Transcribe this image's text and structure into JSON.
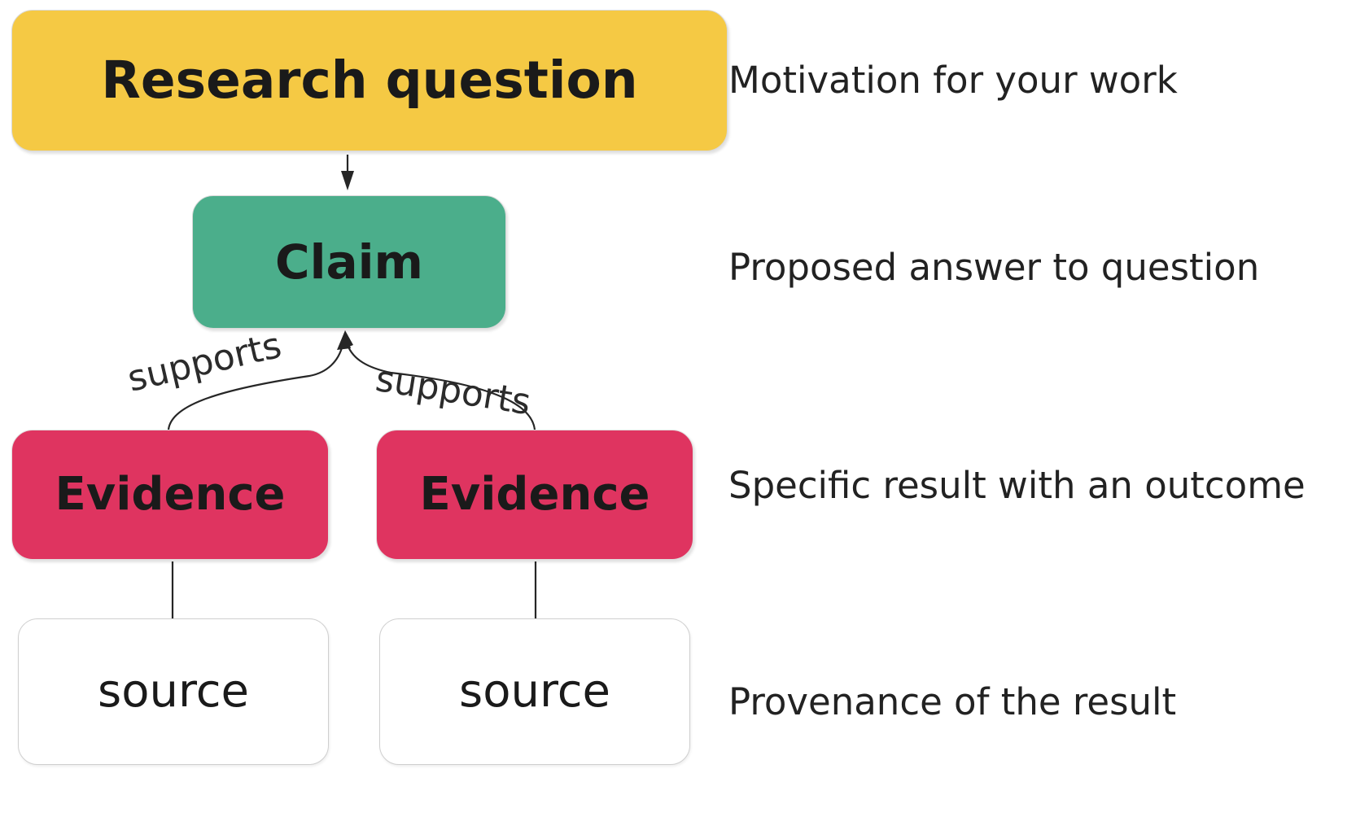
{
  "diagram": {
    "title_nodes": {
      "research_question": "Research question",
      "claim": "Claim",
      "evidence_left": "Evidence",
      "evidence_right": "Evidence",
      "source_left": "source",
      "source_right": "source"
    },
    "edge_labels": {
      "supports_left": "supports",
      "supports_right": "supports"
    },
    "descriptions": [
      "Motivation for your work",
      "Proposed answer to question",
      "Specific result with an outcome",
      "Provenance of the result"
    ],
    "colors": {
      "research_question": "#F5C944",
      "claim": "#4BAE8B",
      "evidence": "#DF3460",
      "source_fill": "#FFFFFF",
      "source_border": "#CFCFCF",
      "text": "#1A1A1A",
      "edge": "#262626",
      "background": "#FFFFFF"
    }
  }
}
